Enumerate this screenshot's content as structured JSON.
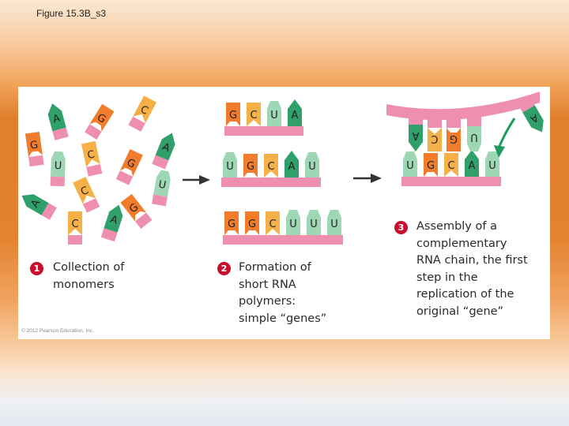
{
  "figure_title": "Figure 15.3B_s3",
  "copyright": "© 2012 Pearson Education, Inc.",
  "colors": {
    "G": "#f07c2c",
    "C": "#f5b048",
    "U": "#9ed7b4",
    "A": "#2fa06a",
    "strand": "#ef8fb0",
    "arrow": "#333333",
    "step_badge": "#c8102e",
    "curved_arrow": "#1f9a60"
  },
  "monomers": [
    {
      "base": "A"
    },
    {
      "base": "G"
    },
    {
      "base": "C"
    },
    {
      "base": "G"
    },
    {
      "base": "C"
    },
    {
      "base": "U"
    },
    {
      "base": "G"
    },
    {
      "base": "A"
    },
    {
      "base": "U"
    },
    {
      "base": "C"
    },
    {
      "base": "A"
    },
    {
      "base": "C"
    },
    {
      "base": "A"
    },
    {
      "base": "G"
    }
  ],
  "polymer_1": [
    "G",
    "C",
    "U",
    "A"
  ],
  "polymer_2": [
    "U",
    "G",
    "C",
    "A",
    "U"
  ],
  "polymer_3": [
    "G",
    "G",
    "C",
    "U",
    "U",
    "U"
  ],
  "template_chain": [
    "U",
    "G",
    "C",
    "A",
    "U"
  ],
  "new_chain": [
    "A",
    "C",
    "G",
    "U"
  ],
  "incoming_base": "A",
  "steps": [
    {
      "number": "1",
      "caption": [
        "Collection of",
        "monomers"
      ]
    },
    {
      "number": "2",
      "caption": [
        "Formation of",
        "short RNA",
        "polymers:",
        "simple “genes”"
      ]
    },
    {
      "number": "3",
      "caption": [
        "Assembly of a",
        "complementary",
        "RNA chain, the first",
        "step in the",
        "replication of the",
        "original “gene”"
      ]
    }
  ]
}
